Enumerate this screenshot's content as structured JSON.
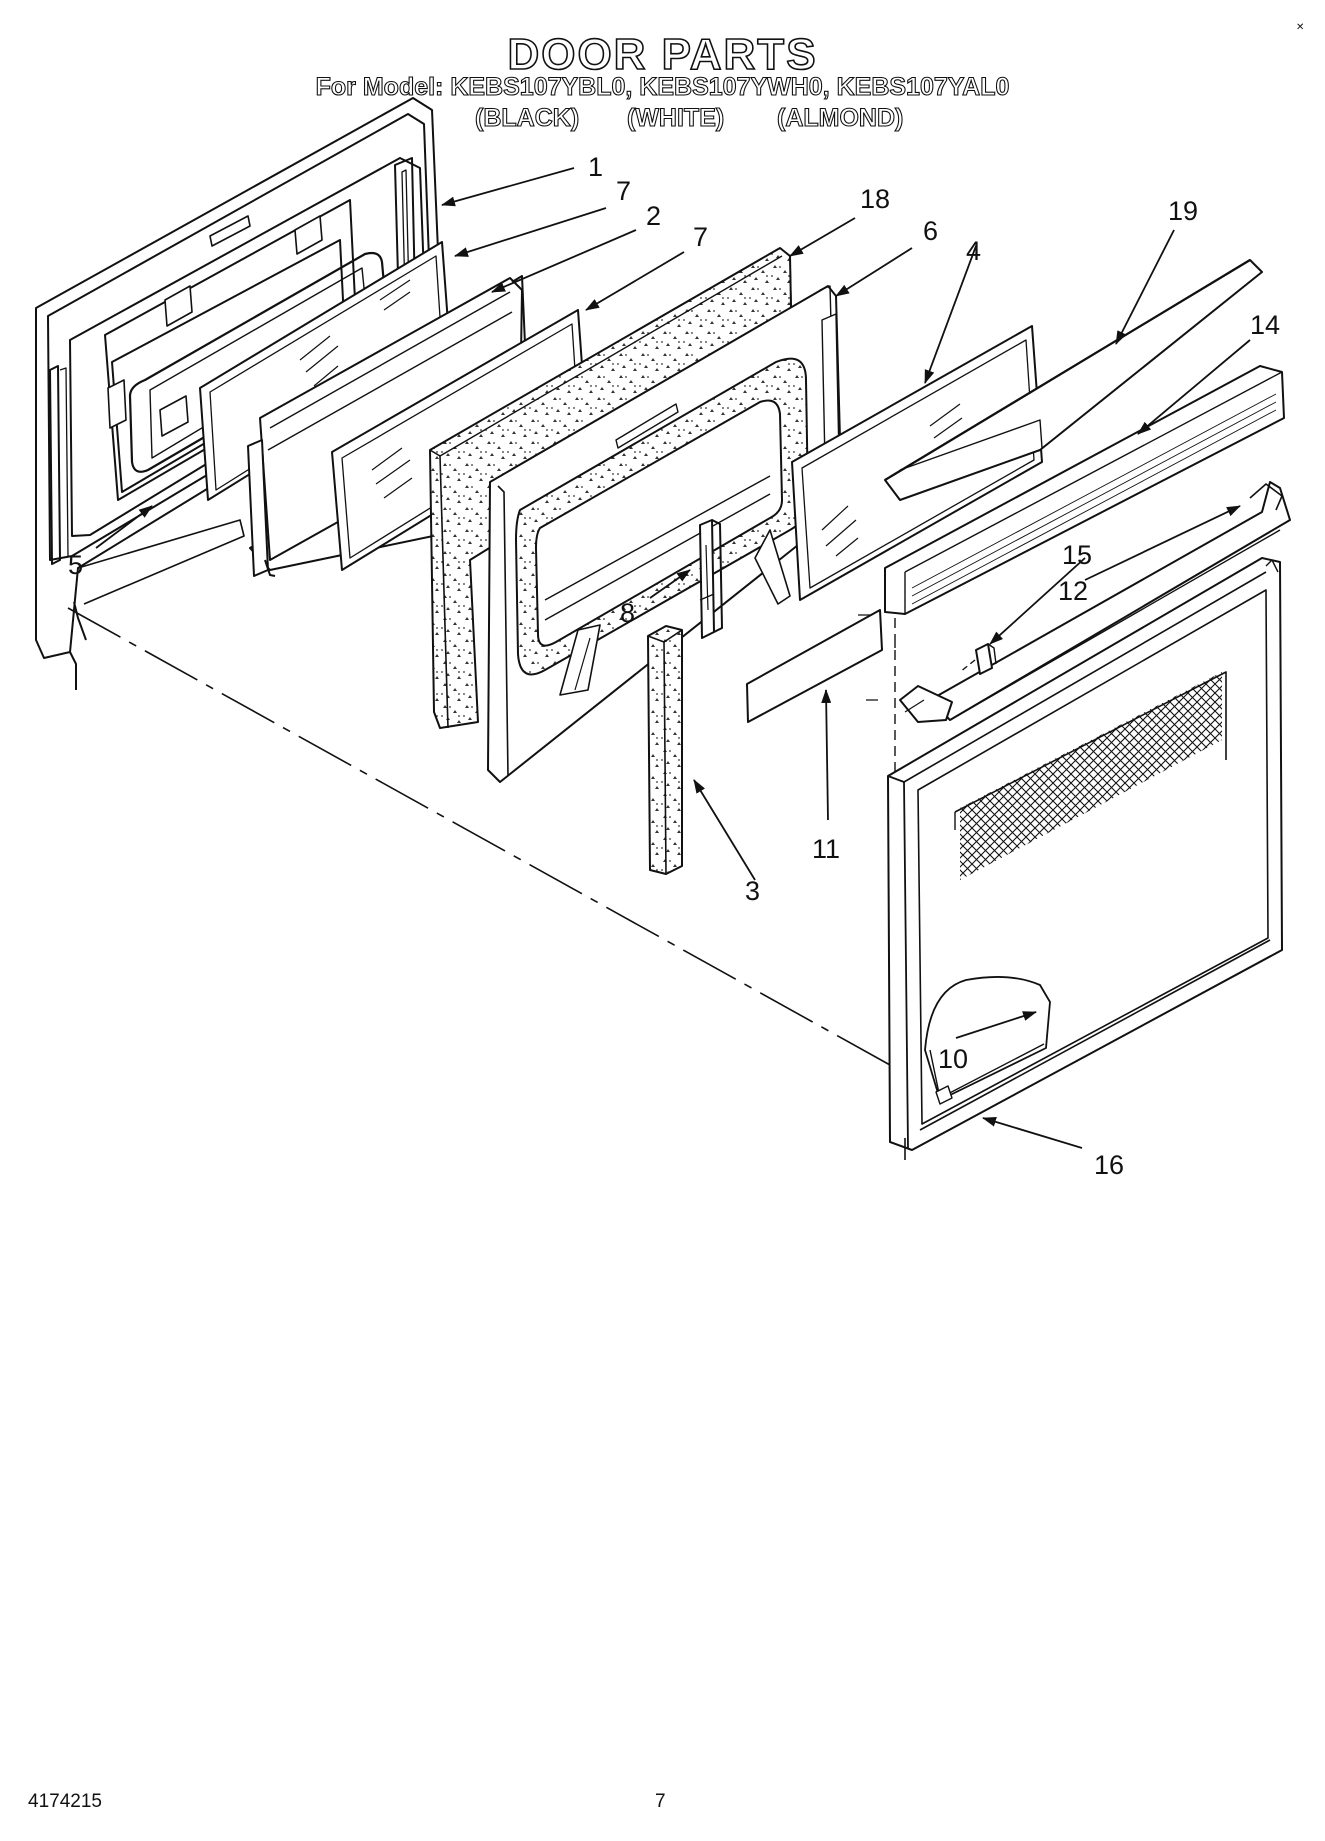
{
  "header": {
    "title": "DOOR PARTS",
    "model_line": "For Model: KEBS107YBL0, KEBS107YWH0, KEBS107YAL0",
    "colors": [
      "(BLACK)",
      "(WHITE)",
      "(ALMOND)"
    ]
  },
  "callouts": {
    "c1": "1",
    "c7a": "7",
    "c2": "2",
    "c7b": "7",
    "c18": "18",
    "c6": "6",
    "c4": "4",
    "c19": "19",
    "c14": "14",
    "c5": "5",
    "c15": "15",
    "c12": "12",
    "c8": "8",
    "c11": "11",
    "c3": "3",
    "c10": "10",
    "c16": "16"
  },
  "footer": {
    "part_number": "4174215",
    "page_number": "7"
  }
}
